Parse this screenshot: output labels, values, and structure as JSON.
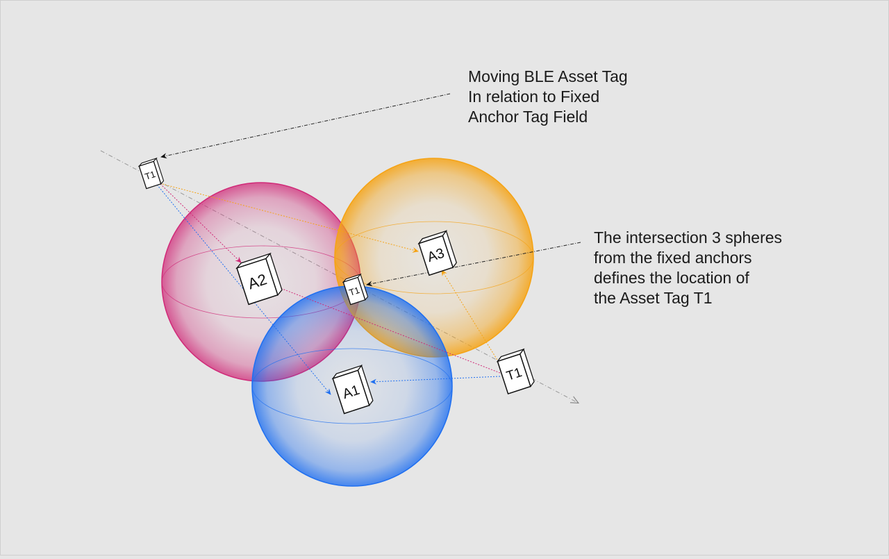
{
  "captions": {
    "moving_tag": [
      "Moving BLE Asset Tag",
      "In relation to Fixed",
      "Anchor Tag Field"
    ],
    "intersection": [
      "The intersection 3 spheres",
      "from the fixed anchors",
      "defines the location of",
      "the Asset Tag T1"
    ]
  },
  "anchors": {
    "a1": "A1",
    "a2": "A2",
    "a3": "A3"
  },
  "tags": {
    "start": "T1",
    "intersection": "T1",
    "end": "T1"
  },
  "colors": {
    "background": "#e6e6e6",
    "sphere_a1": "#1f6ff0",
    "sphere_a2": "#d02a78",
    "sphere_a3": "#f5a315",
    "leader": "#222222",
    "path": "#999999"
  }
}
